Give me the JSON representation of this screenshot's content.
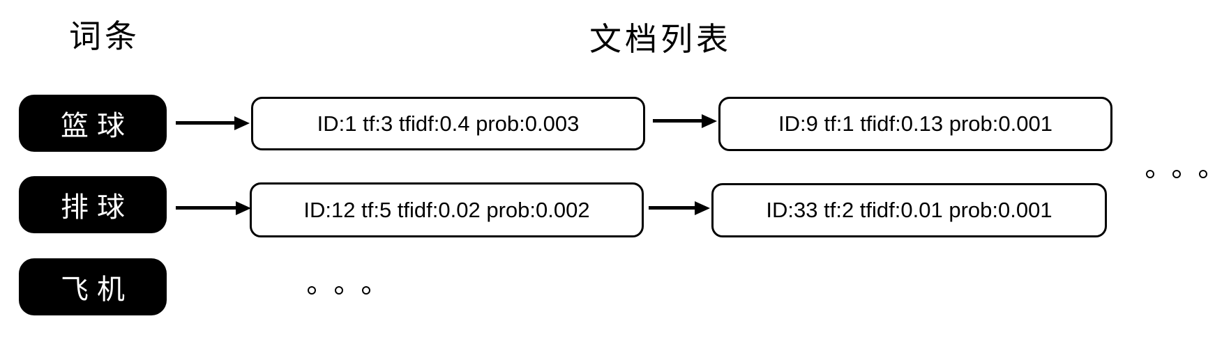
{
  "diagram": {
    "term_column_title": "词条",
    "doc_list_title": "文档列表",
    "rows": [
      {
        "term": "篮球",
        "postings": [
          "ID:1 tf:3 tfidf:0.4 prob:0.003",
          "ID:9 tf:1 tfidf:0.13 prob:0.001"
        ]
      },
      {
        "term": "排球",
        "postings": [
          "ID:12 tf:5 tfidf:0.02 prob:0.002",
          "ID:33 tf:2 tfidf:0.01 prob:0.001"
        ]
      },
      {
        "term": "飞机",
        "postings": []
      }
    ],
    "continuation_dots": {
      "right_of_lists_count": 3,
      "after_row3_count": 3
    },
    "colors": {
      "background": "#ffffff",
      "term_box_bg": "#000000",
      "term_box_text": "#ffffff",
      "posting_box_bg": "#ffffff",
      "posting_box_border": "#000000",
      "arrow": "#000000",
      "title_text": "#000000"
    }
  }
}
